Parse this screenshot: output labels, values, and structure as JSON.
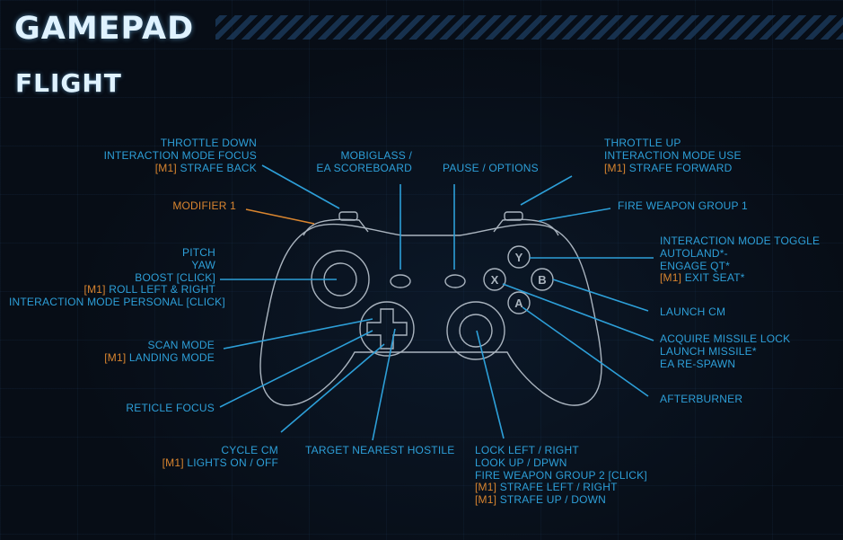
{
  "header": {
    "title": "GAMEPAD",
    "subtitle": "FLIGHT"
  },
  "colors": {
    "label": "#2d9fd8",
    "modifier": "#d9852f",
    "outline": "#aab4bf",
    "background": "#070d16"
  },
  "labels": {
    "lt": {
      "l1": "THROTTLE DOWN",
      "l2": "INTERACTION MODE FOCUS",
      "m3": "[M1]",
      "l3": "STRAFE BACK"
    },
    "lb": "MODIFIER 1",
    "back": {
      "l1": "MOBIGLASS /",
      "l2": "EA SCOREBOARD"
    },
    "start": "PAUSE / OPTIONS",
    "rt": {
      "l1": "THROTTLE UP",
      "l2": "INTERACTION MODE USE",
      "m3": "[M1]",
      "l3": "STRAFE FORWARD"
    },
    "rb": "FIRE WEAPON GROUP 1",
    "ls": {
      "l1": "PITCH",
      "l2": "YAW",
      "l3": "BOOST [CLICK]",
      "m4": "[M1]",
      "l4": "ROLL LEFT & RIGHT",
      "l5": "INTERACTION MODE PERSONAL [CLICK]"
    },
    "y": {
      "l1": "INTERACTION MODE TOGGLE",
      "l2": "AUTOLAND*-",
      "l3": "ENGAGE QT*",
      "m4": "[M1]",
      "l4": "EXIT SEAT*"
    },
    "b": "LAUNCH CM",
    "x": {
      "l1": "ACQUIRE MISSILE LOCK",
      "l2": "LAUNCH MISSILE*",
      "l3": "EA RE-SPAWN"
    },
    "a": "AFTERBURNER",
    "dpad_up": {
      "l1": "SCAN MODE",
      "m2": "[M1]",
      "l2": "LANDING MODE"
    },
    "dpad_left": "RETICLE FOCUS",
    "dpad_down": {
      "l1": "CYCLE CM",
      "m2": "[M1]",
      "l2": "LIGHTS ON / OFF"
    },
    "dpad_right": "TARGET NEAREST HOSTILE",
    "rs": {
      "l1": "LOCK LEFT / RIGHT",
      "l2": "LOOK UP / DPWN",
      "l3": "FIRE WEAPON GROUP 2 [CLICK]",
      "m4": "[M1]",
      "l4": "STRAFE LEFT / RIGHT",
      "m5": "[M1]",
      "l5": "STRAFE UP / DOWN"
    }
  },
  "buttons": {
    "y": "Y",
    "b": "B",
    "x": "X",
    "a": "A"
  }
}
